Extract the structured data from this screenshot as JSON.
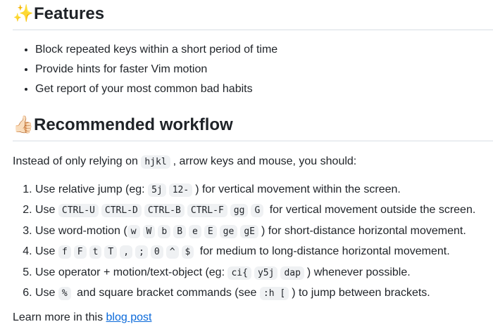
{
  "features": {
    "emoji": "✨",
    "heading": "Features",
    "items": [
      "Block repeated keys within a short period of time",
      "Provide hints for faster Vim motion",
      "Get report of your most common bad habits"
    ]
  },
  "workflow": {
    "emoji": "👍🏻",
    "heading": "Recommended workflow",
    "intro": {
      "before": "Instead of only relying on ",
      "code": "hjkl",
      "after": ", arrow keys and mouse, you should:"
    },
    "steps": [
      {
        "before": "Use relative jump (eg: ",
        "codes": [
          "5j",
          "12-"
        ],
        "after": ") for vertical movement within the screen."
      },
      {
        "before": "Use ",
        "codes": [
          "CTRL-U",
          "CTRL-D",
          "CTRL-B",
          "CTRL-F",
          "gg",
          "G"
        ],
        "after": " for vertical movement outside the screen."
      },
      {
        "before": "Use word-motion (",
        "codes": [
          "w",
          "W",
          "b",
          "B",
          "e",
          "E",
          "ge",
          "gE"
        ],
        "after": ") for short-distance horizontal movement."
      },
      {
        "before": "Use ",
        "codes": [
          "f",
          "F",
          "t",
          "T",
          ",",
          ";",
          "0",
          "^",
          "$"
        ],
        "after": " for medium to long-distance horizontal movement."
      },
      {
        "before": "Use operator + motion/text-object (eg: ",
        "codes": [
          "ci{",
          "y5j",
          "dap"
        ],
        "after": ") whenever possible."
      },
      {
        "before": "Use ",
        "codes": [
          "%"
        ],
        "after": " and square bracket commands (see ",
        "codes2": [
          ":h ["
        ],
        "after2": ") to jump between brackets."
      }
    ]
  },
  "learn_more": {
    "text": "Learn more in this ",
    "link_label": "blog post"
  }
}
